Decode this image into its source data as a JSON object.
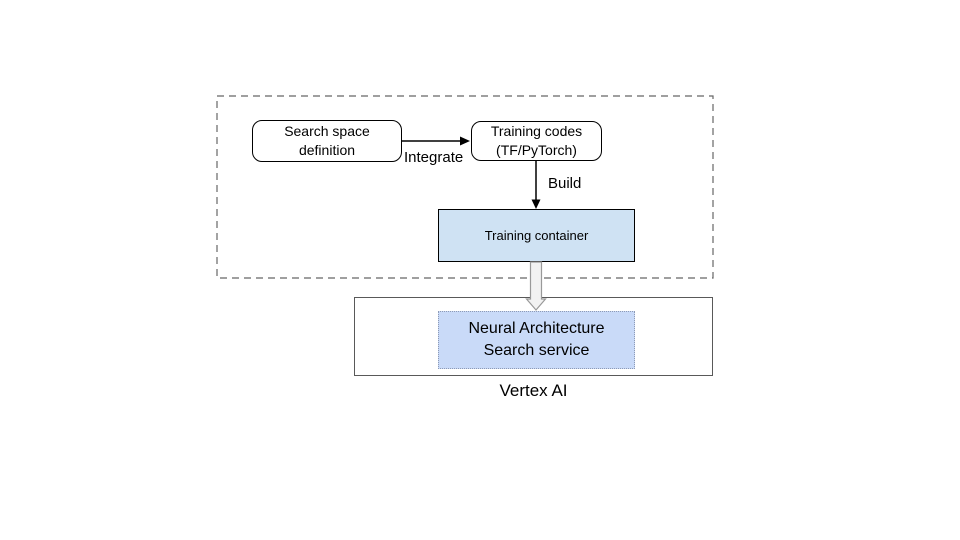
{
  "page": {
    "background": "#ffffff"
  },
  "diagram": {
    "colors": {
      "page_bg": "#ffffff",
      "text": "#000000",
      "box_border": "#000000",
      "box_fill": "#ffffff",
      "dashed_border": "#666666",
      "vertex_border": "#595959",
      "training_container_fill": "#cfe2f3",
      "nas_fill": "#c9daf8",
      "nas_border": "#8e9ab5",
      "arrow": "#000000",
      "thick_arrow_fill": "#f2f2f2",
      "thick_arrow_stroke": "#999999"
    },
    "nodes": {
      "search_space": {
        "label": "Search space\ndefinition"
      },
      "training_codes": {
        "label": "Training codes\n(TF/PyTorch)"
      },
      "training_container": {
        "label": "Training container"
      },
      "nas_service": {
        "label": "Neural Architecture\nSearch service"
      }
    },
    "edges": {
      "integrate": {
        "label": "Integrate"
      },
      "build": {
        "label": "Build"
      }
    },
    "groups": {
      "vertex_ai": {
        "label": "Vertex AI"
      }
    }
  }
}
